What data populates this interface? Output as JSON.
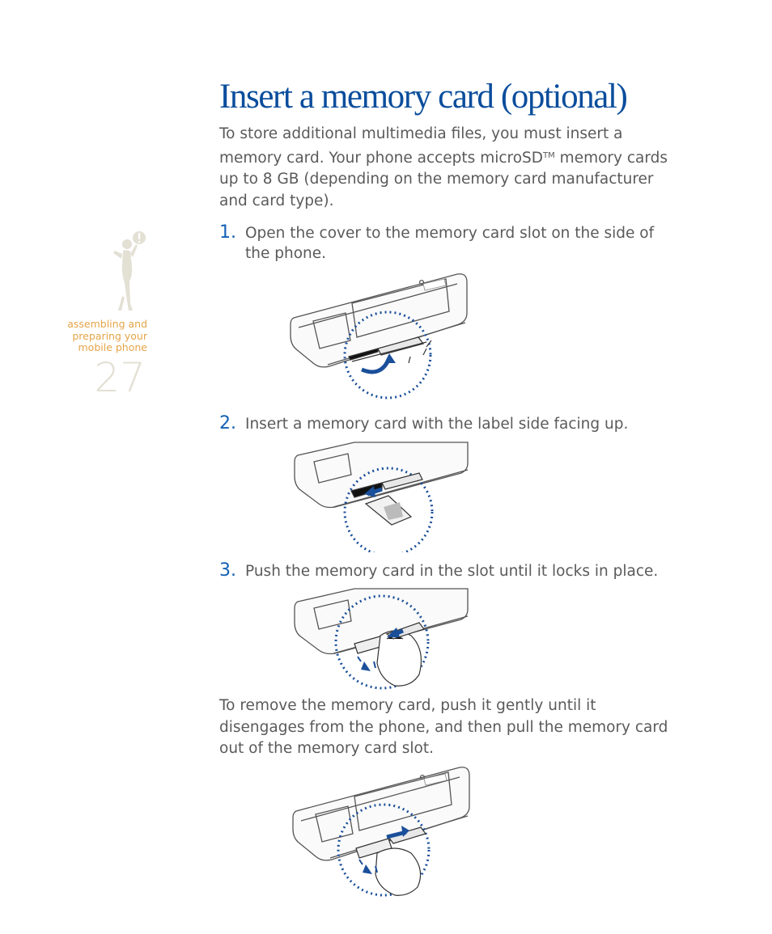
{
  "sidebar": {
    "chapter_lines": [
      "assembling and",
      "preparing your",
      "mobile phone"
    ],
    "page_number": "27"
  },
  "title": "Insert a memory card (optional)",
  "intro": {
    "before_tm": "To store additional multimedia files, you must insert a memory card. Your phone accepts microSD",
    "tm": "TM",
    "after_tm": " memory cards up to 8 GB (depending on the memory card manufacturer and card type)."
  },
  "steps": [
    {
      "num": "1.",
      "text": "Open the cover to the memory card slot on the side of the phone."
    },
    {
      "num": "2.",
      "text": "Insert a memory card with the label side facing up."
    },
    {
      "num": "3.",
      "text": "Push the memory card in the slot until it locks in place."
    }
  ],
  "remove_text": "To remove the memory card, push it gently until it disengages from the phone, and then pull the memory card out of the memory card slot.",
  "colors": {
    "title": "#0a4d9c",
    "accent": "#1360b5",
    "sidebar": "#e5a447",
    "page_number": "#e3e0d4"
  }
}
